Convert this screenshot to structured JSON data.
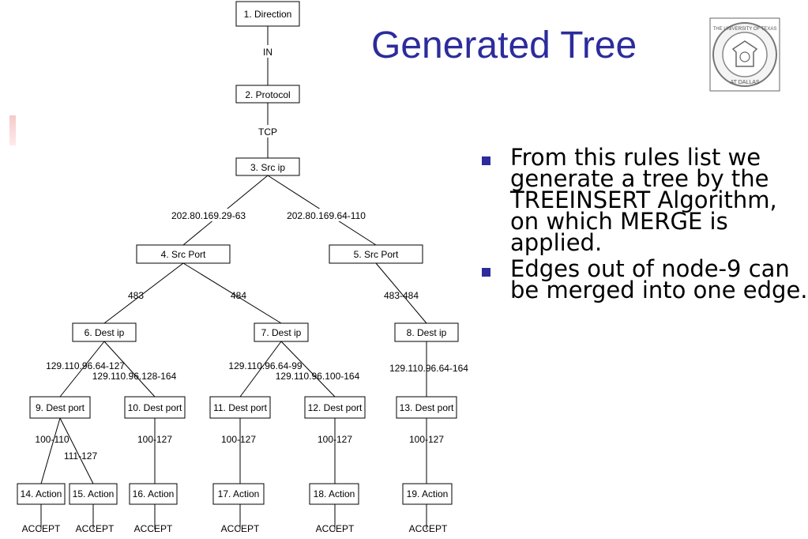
{
  "title": "Generated Tree",
  "logo": {
    "name": "university-seal",
    "text_top": "THE UNIVERSITY OF TEXAS",
    "text_bottom": "AT DALLAS"
  },
  "bullets": [
    "From this rules list we generate a tree by the TREEINSERT Algorithm, on which MERGE is applied.",
    "Edges out of node-9 can be merged into one edge."
  ],
  "tree": {
    "nodes": {
      "n1": "1. Direction",
      "n2": "2. Protocol",
      "n3": "3. Src ip",
      "n4": "4. Src Port",
      "n5": "5. Src Port",
      "n6": "6. Dest ip",
      "n7": "7. Dest ip",
      "n8": "8. Dest ip",
      "n9": "9. Dest port",
      "n10": "10. Dest port",
      "n11": "11. Dest port",
      "n12": "12. Dest port",
      "n13": "13. Dest port",
      "n14": "14. Action",
      "n15": "15. Action",
      "n16": "16. Action",
      "n17": "17. Action",
      "n18": "18. Action",
      "n19": "19. Action"
    },
    "edges": {
      "e1": "IN",
      "e2": "TCP",
      "e3": "202.80.169.29-63",
      "e4": "202.80.169.64-110",
      "e5": "483",
      "e6": "484",
      "e7": "483-484",
      "e8": "129.110.96.64-127",
      "e9": "129.110.96.128-164",
      "e10": "129.110.96.64-99",
      "e11": "129.110.96.100-164",
      "e12": "129.110.96.64-164",
      "e13": "100-110",
      "e14": "111-127",
      "e15": "100-127",
      "e16": "100-127",
      "e17": "100-127",
      "e18": "100-127"
    },
    "outcomes": {
      "o14": "ACCEPT",
      "o15": "ACCEPT",
      "o16": "ACCEPT",
      "o17": "ACCEPT",
      "o18": "ACCEPT",
      "o19": "ACCEPT"
    }
  }
}
